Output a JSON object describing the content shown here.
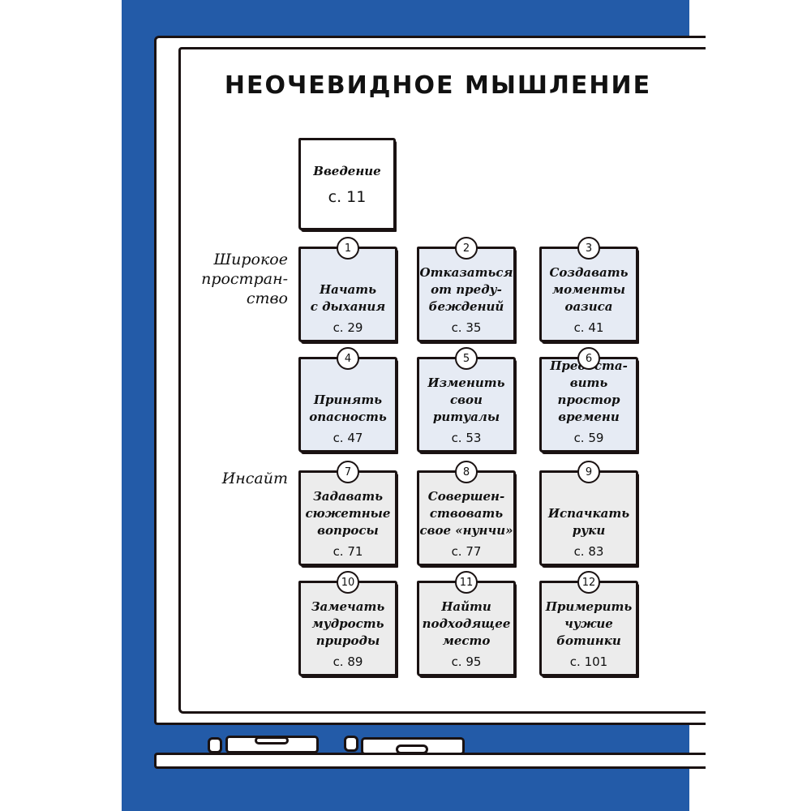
{
  "page": {
    "title": "НЕОЧЕВИДНОЕ МЫШЛЕНИЕ",
    "colors": {
      "background_panel": "#235ba8",
      "board": "#ffffff",
      "outline": "#1a1212",
      "card_group_1": "#e6ebf4",
      "card_group_2": "#ececec"
    }
  },
  "sections": [
    {
      "label": "Широкое простран-ство",
      "lines": [
        "Широкое",
        "простран-",
        "ство"
      ]
    },
    {
      "label": "Инсайт",
      "lines": [
        "Инсайт"
      ]
    }
  ],
  "intro": {
    "title": "Введение",
    "page": "с. 11"
  },
  "cards": [
    {
      "number": "1",
      "title": "Начать\nс дыхания",
      "page": "с. 29"
    },
    {
      "number": "2",
      "title": "Отказаться\nот преду-\nбеждений",
      "page": "с. 35"
    },
    {
      "number": "3",
      "title": "Создавать\nмоменты\nоазиса",
      "page": "с. 41"
    },
    {
      "number": "4",
      "title": "Принять\nопасность",
      "page": "с. 47"
    },
    {
      "number": "5",
      "title": "Изменить\nсвои\nритуалы",
      "page": "с. 53"
    },
    {
      "number": "6",
      "title": "Предоста-\nвить простор\nвремени",
      "page": "с. 59"
    },
    {
      "number": "7",
      "title": "Задавать\nсюжетные\nвопросы",
      "page": "с. 71"
    },
    {
      "number": "8",
      "title": "Совершен-\nствовать\nсвое «нунчи»",
      "page": "с. 77"
    },
    {
      "number": "9",
      "title": "Испачкать\nруки",
      "page": "с. 83"
    },
    {
      "number": "10",
      "title": "Замечать\nмудрость\nприроды",
      "page": "с. 89"
    },
    {
      "number": "11",
      "title": "Найти\nподходящее\nместо",
      "page": "с. 95"
    },
    {
      "number": "12",
      "title": "Примерить\nчужие\nботинки",
      "page": "с. 101"
    }
  ]
}
